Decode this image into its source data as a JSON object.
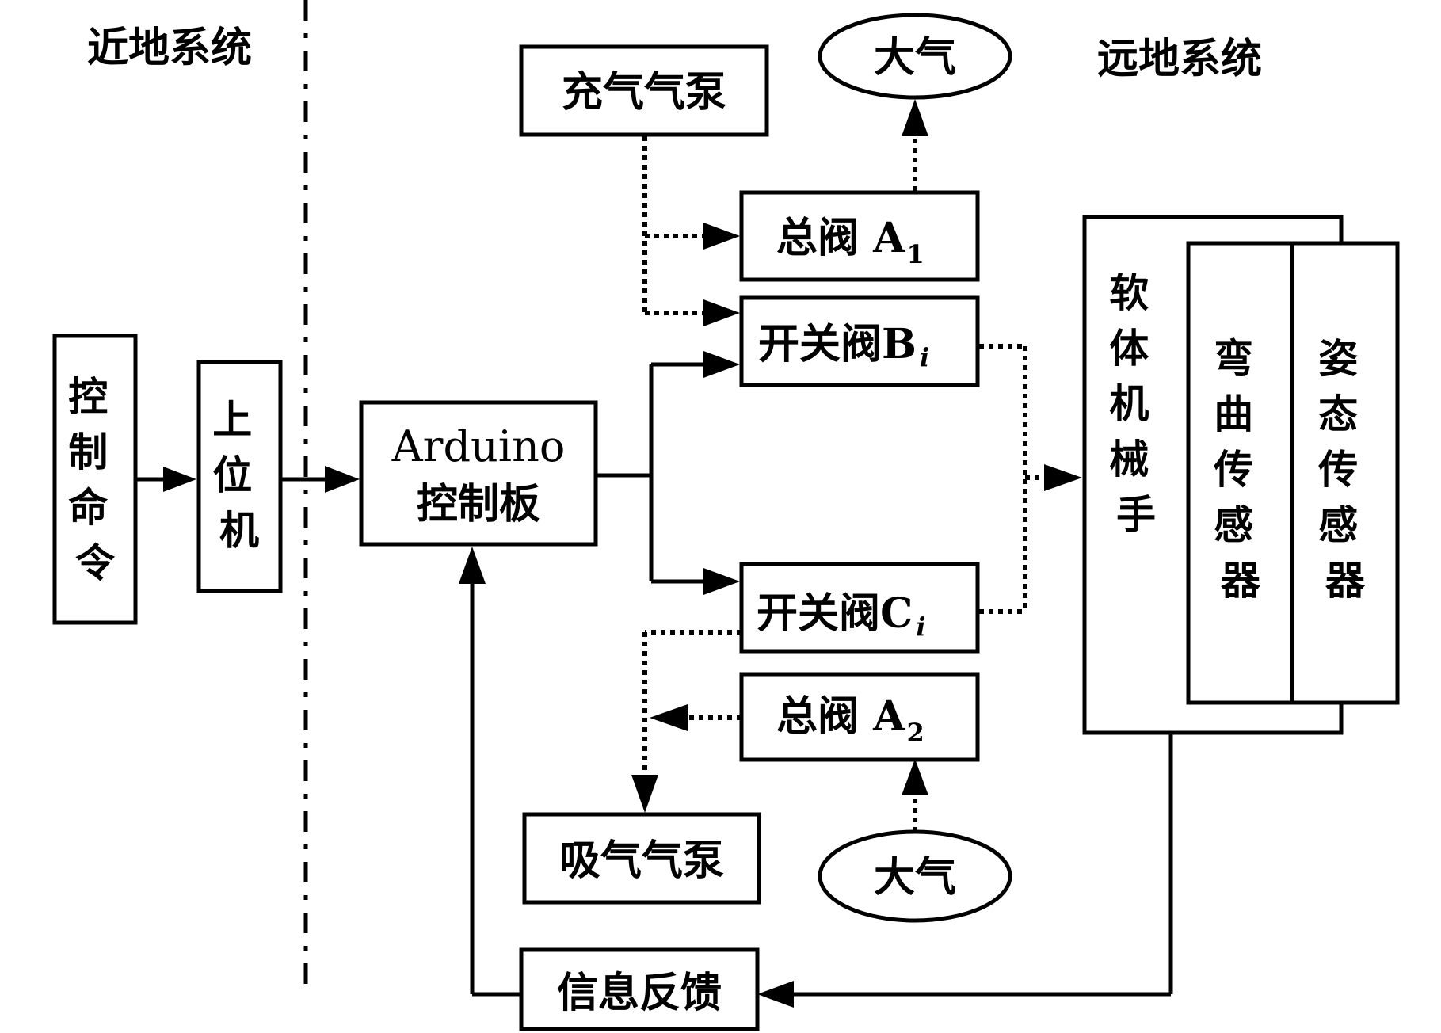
{
  "regions": {
    "near_ground": "近地系统",
    "far_ground": "远地系统"
  },
  "nodes": {
    "control_command": [
      "控",
      "制",
      "命",
      "令"
    ],
    "host_computer": [
      "上",
      "位",
      "机"
    ],
    "arduino_line1": "Arduino",
    "arduino_line2": "控制板",
    "inflation_pump": "充气气泵",
    "atmosphere_top": "大气",
    "main_valve_a1": {
      "label": "总阀 A",
      "sub": "1"
    },
    "switch_valve_bi": {
      "label": "开关阀B",
      "sub": "i"
    },
    "switch_valve_ci": {
      "label": "开关阀C",
      "sub": "i"
    },
    "main_valve_a2": {
      "label": "总阀 A",
      "sub": "2"
    },
    "suction_pump": "吸气气泵",
    "atmosphere_bottom": "大气",
    "info_feedback": "信息反馈",
    "soft_manipulator": [
      "软",
      "体",
      "机",
      "械",
      "手"
    ],
    "bending_sensor": [
      "弯",
      "曲",
      "传",
      "感",
      "器"
    ],
    "attitude_sensor": [
      "姿",
      "态",
      "传",
      "感",
      "器"
    ]
  }
}
